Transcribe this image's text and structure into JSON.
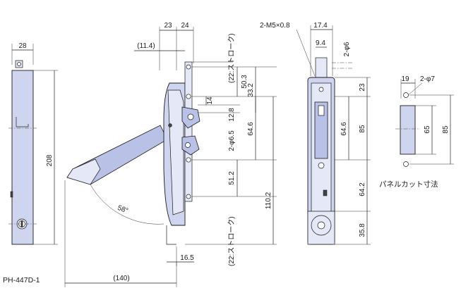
{
  "part_number": "PH-447D-1",
  "front": {
    "width": "28",
    "height": "208"
  },
  "side": {
    "top_a": "23",
    "top_b": "24",
    "offset": "(11.4)",
    "angle": "58°",
    "reach": "(140)",
    "base": "16.5"
  },
  "pitch": {
    "stroke_top": "(22:ストローク)",
    "stroke_bottom": "(22:ストローク)",
    "d_503": "50.3",
    "d_14": "14",
    "d_128": "12.8",
    "holes": "2-φ6.5",
    "d_512": "51.2",
    "d_332": "33.2",
    "d_646": "64.6",
    "d_1102": "110.2"
  },
  "rear": {
    "screws": "2-M5×0.8",
    "width": "17.4",
    "inner": "9.4",
    "pins": "2-φ6",
    "d_23": "23",
    "d_646": "64.6",
    "d_85": "85",
    "d_642": "64.2",
    "d_358": "35.8"
  },
  "panel_cut": {
    "width": "19",
    "holes": "2-φ7",
    "d_65": "65",
    "d_85": "85",
    "caption": "パネルカット寸法"
  }
}
